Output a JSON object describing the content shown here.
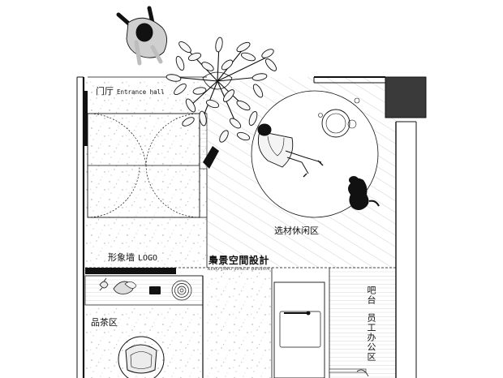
{
  "labels": {
    "entrance_cn": "门厅",
    "entrance_en": "Entrance hall",
    "lounge": "选材休闲区",
    "image_wall_cn": "形象墙",
    "image_wall_en": "LOGO",
    "tea_area": "品茶区",
    "bar": "吧台",
    "staff_office": "员工办公区"
  },
  "brand": {
    "name_cn": "梟景空間設計",
    "name_en": "XIAO JING SPACE DESIGN"
  },
  "colors": {
    "line": "#111111",
    "wall": "#111111",
    "column": "#3a3a3a",
    "floor_hatch": "#b8b8b8",
    "terrazzo_dot": "#9a9a9a"
  },
  "icons": [
    "tree-icon",
    "person-icon",
    "dog-icon",
    "chair-icon",
    "plant-icon"
  ]
}
